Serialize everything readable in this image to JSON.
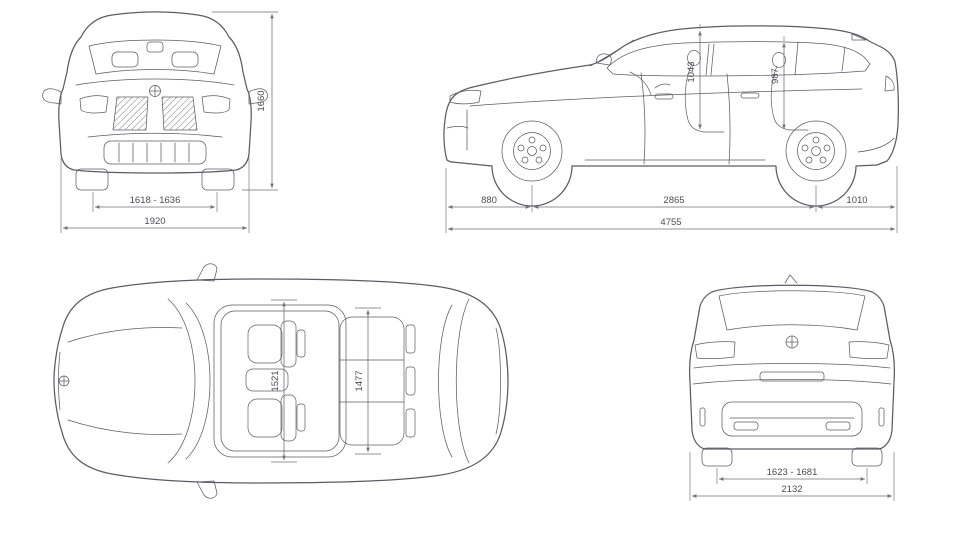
{
  "colors": {
    "line": "#5c5c66",
    "dim": "#70707a",
    "text": "#4b4c55",
    "bg": "#ffffff"
  },
  "views": {
    "front": {
      "dims": {
        "height": "1660",
        "track": "1618 - 1636",
        "width": "1920"
      }
    },
    "side": {
      "dims": {
        "headroom_front": "1043",
        "headroom_rear": "987",
        "front_overhang": "880",
        "wheelbase": "2865",
        "rear_overhang": "1010",
        "length": "4755"
      }
    },
    "top": {
      "dims": {
        "interior_front_width": "1521",
        "interior_rear_width": "1477"
      }
    },
    "rear": {
      "dims": {
        "track": "1623 - 1681",
        "width": "2132"
      }
    }
  }
}
